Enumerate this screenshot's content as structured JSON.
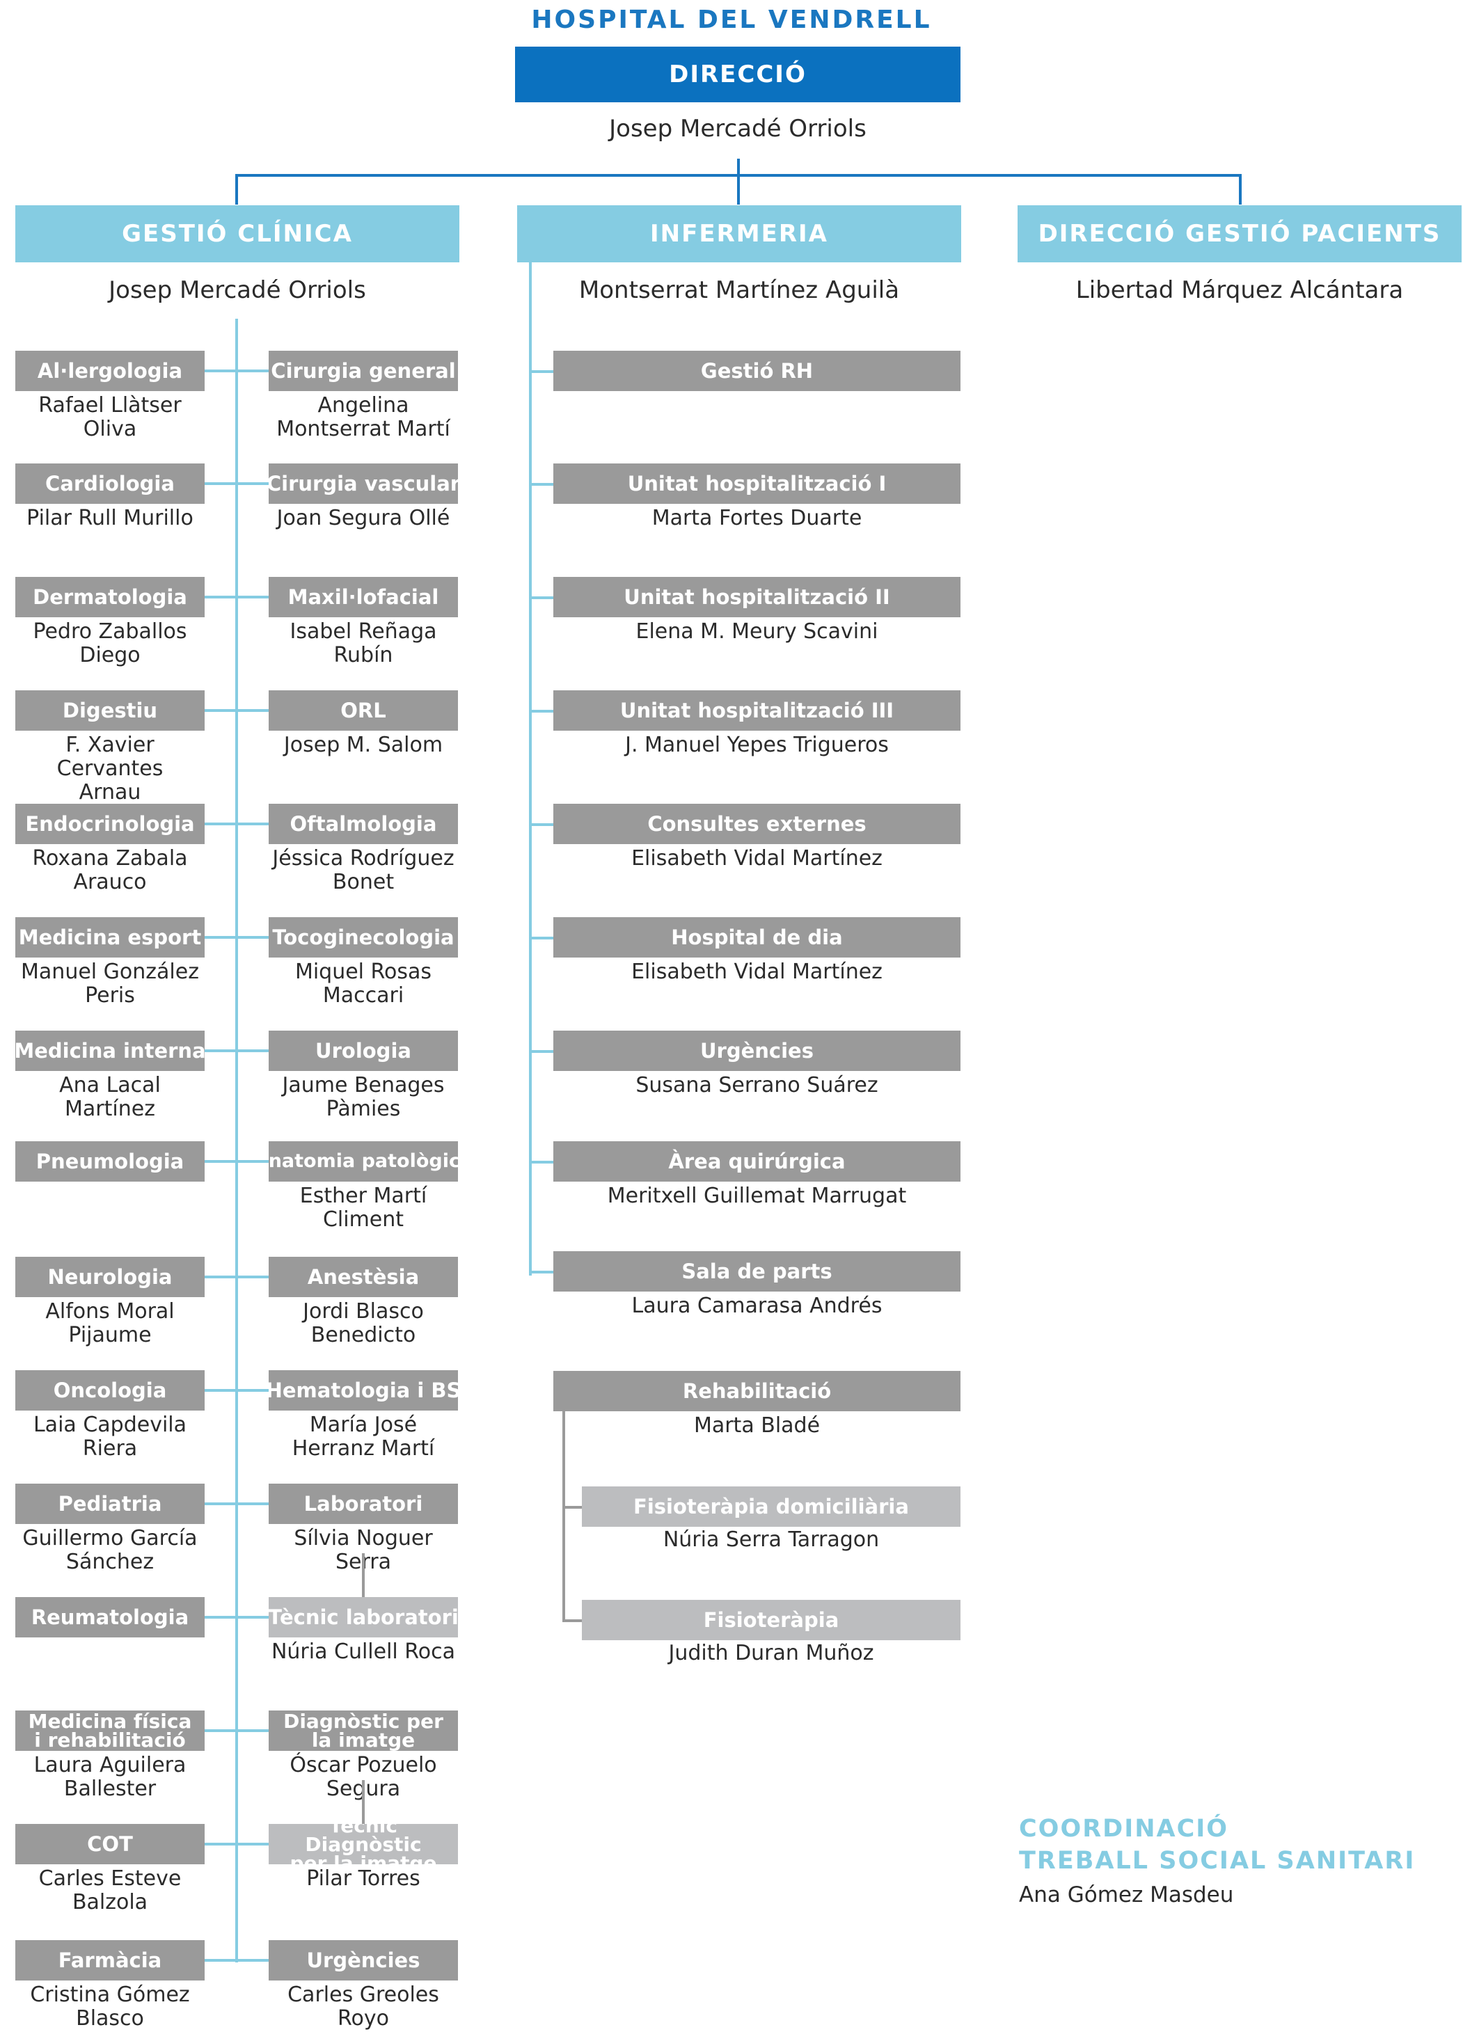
{
  "title": "HOSPITAL DEL VENDRELL",
  "direccio": {
    "label": "DIRECCIÓ",
    "person": "Josep Mercadé Orriols"
  },
  "sections": [
    {
      "label": "GESTIÓ CLÍNICA",
      "person": "Josep Mercadé Orriols"
    },
    {
      "label": "INFERMERIA",
      "person": "Montserrat Martínez Aguilà"
    },
    {
      "label": "DIRECCIÓ GESTIÓ PACIENTS",
      "person": "Libertad Márquez Alcántara"
    }
  ],
  "clinica_left": [
    {
      "label": "Al·lergologia",
      "person": "Rafael Llàtser Oliva"
    },
    {
      "label": "Cardiologia",
      "person": "Pilar Rull Murillo"
    },
    {
      "label": "Dermatologia",
      "person": "Pedro Zaballos\nDiego"
    },
    {
      "label": "Digestiu",
      "person": "F. Xavier Cervantes\nArnau"
    },
    {
      "label": "Endocrinologia",
      "person": "Roxana Zabala\nArauco"
    },
    {
      "label": "Medicina esport",
      "person": "Manuel González\nPeris"
    },
    {
      "label": "Medicina interna",
      "person": "Ana Lacal Martínez"
    },
    {
      "label": "Pneumologia",
      "person": ""
    },
    {
      "label": "Neurologia",
      "person": "Alfons Moral\nPijaume"
    },
    {
      "label": "Oncologia",
      "person": "Laia Capdevila\nRiera"
    },
    {
      "label": "Pediatria",
      "person": "Guillermo García\nSánchez"
    },
    {
      "label": "Reumatologia",
      "person": ""
    },
    {
      "label": "Medicina física\ni rehabilitació",
      "person": "Laura Aguilera\nBallester"
    },
    {
      "label": "COT",
      "person": "Carles Esteve\nBalzola"
    },
    {
      "label": "Farmàcia",
      "person": "Cristina Gómez\nBlasco"
    }
  ],
  "clinica_right": [
    {
      "label": "Cirurgia general",
      "person": "Angelina\nMontserrat Martí"
    },
    {
      "label": "Cirurgia vascular",
      "person": "Joan Segura Ollé"
    },
    {
      "label": "Maxil·lofacial",
      "person": "Isabel Reñaga Rubín"
    },
    {
      "label": "ORL",
      "person": "Josep M. Salom"
    },
    {
      "label": "Oftalmologia",
      "person": "Jéssica Rodríguez\nBonet"
    },
    {
      "label": "Tocoginecologia",
      "person": "Miquel Rosas\nMaccari"
    },
    {
      "label": "Urologia",
      "person": "Jaume Benages\nPàmies"
    },
    {
      "label": "Anatomia patològica",
      "person": "Esther Martí\nCliment"
    },
    {
      "label": "Anestèsia",
      "person": "Jordi Blasco\nBenedicto"
    },
    {
      "label": "Hematologia i BS",
      "person": "María José\nHerranz Martí"
    },
    {
      "label": "Laboratori",
      "person": "Sílvia Noguer Serra"
    },
    {
      "label": "Tècnic laboratori",
      "person": "Núria Cullell Roca"
    },
    {
      "label": "Diagnòstic per\nla imatge",
      "person": "Óscar Pozuelo\nSegura"
    },
    {
      "label": "Tècnic Diagnòstic\nper la imatge",
      "person": "Pilar Torres"
    },
    {
      "label": "Urgències",
      "person": "Carles Greoles\nRoyo"
    }
  ],
  "infermeria": [
    {
      "label": "Gestió RH",
      "person": ""
    },
    {
      "label": "Unitat hospitalització I",
      "person": "Marta Fortes Duarte"
    },
    {
      "label": "Unitat  hospitalització II",
      "person": "Elena M. Meury Scavini"
    },
    {
      "label": "Unitat hospitalització III",
      "person": "J. Manuel Yepes Trigueros"
    },
    {
      "label": "Consultes externes",
      "person": "Elisabeth Vidal Martínez"
    },
    {
      "label": "Hospital de dia",
      "person": "Elisabeth Vidal Martínez"
    },
    {
      "label": "Urgències",
      "person": "Susana Serrano Suárez"
    },
    {
      "label": "Àrea quirúrgica",
      "person": "Meritxell Guillemat Marrugat"
    },
    {
      "label": "Sala de parts",
      "person": "Laura Camarasa Andrés"
    }
  ],
  "rehab": {
    "label": "Rehabilitació",
    "person": "Marta Bladé"
  },
  "rehab_sub": [
    {
      "label": "Fisioteràpia domiciliària",
      "person": "Núria Serra Tarragon"
    },
    {
      "label": "Fisioteràpia",
      "person": "Judith Duran Muñoz"
    }
  ],
  "coordinacio": {
    "line1": "COORDINACIÓ",
    "line2": "TREBALL SOCIAL SANITARI",
    "person": "Ana Gómez Masdeu"
  },
  "colors": {
    "blue": "#0b71bf",
    "light_blue": "#85cce2",
    "grey": "#9a9a9a",
    "light_grey": "#bcbdbf"
  }
}
